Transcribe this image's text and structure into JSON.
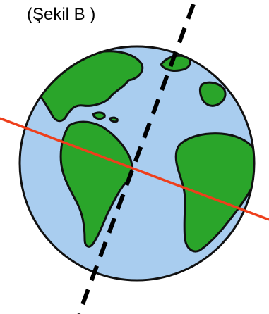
{
  "figure": {
    "label": "(Şekil B )"
  },
  "colors": {
    "ocean": "#a9cdef",
    "land": "#2aa52a",
    "outline": "#111111",
    "equator_line": "#ee3f1c",
    "axis_line": "#000000",
    "background": "#ffffff"
  },
  "elements": {
    "globe": "earth-globe",
    "equator": "equator-line",
    "axis": "rotation-axis-dashed"
  }
}
